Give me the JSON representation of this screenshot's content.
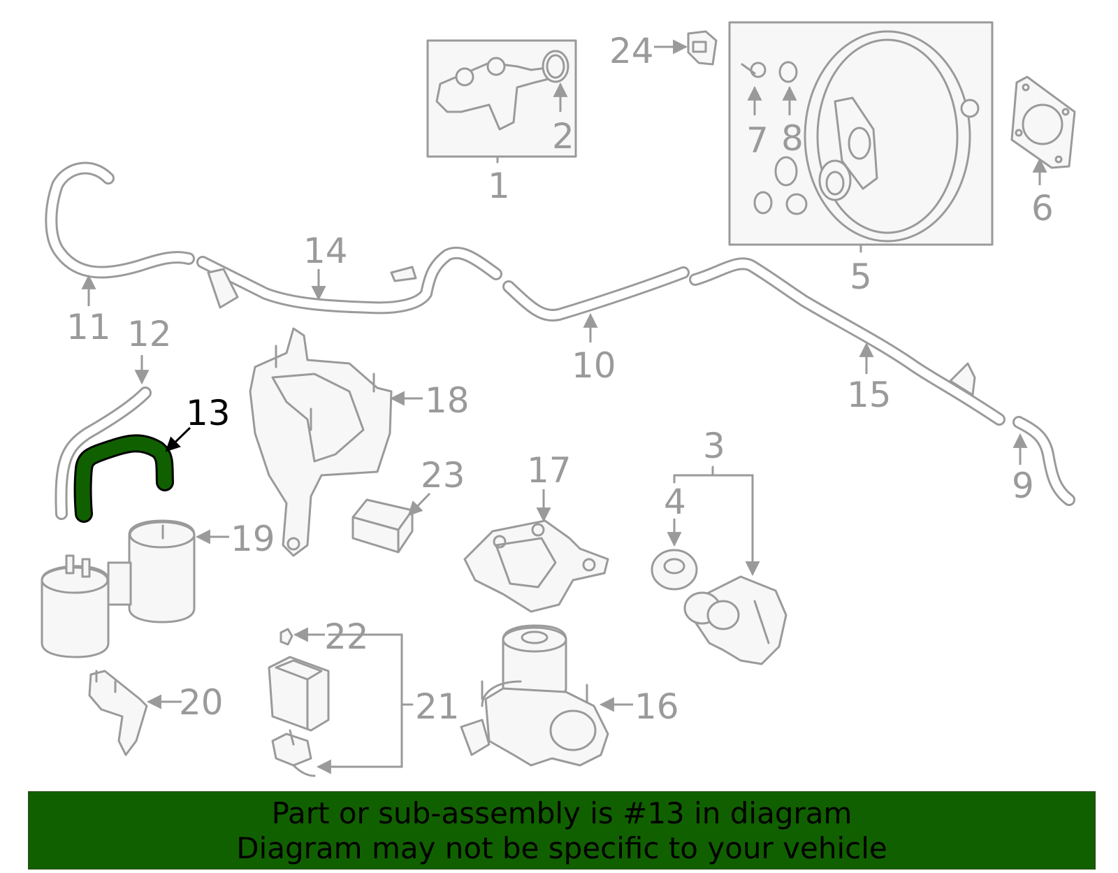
{
  "colors": {
    "highlight": "#116000",
    "line": "#9a9a9a",
    "background": "#ffffff",
    "banner_text": "#000000"
  },
  "highlighted_part": "13",
  "callouts": {
    "c1": "1",
    "c2": "2",
    "c3": "3",
    "c4": "4",
    "c5": "5",
    "c6": "6",
    "c7": "7",
    "c8": "8",
    "c9": "9",
    "c10": "10",
    "c11": "11",
    "c12": "12",
    "c13": "13",
    "c14": "14",
    "c15": "15",
    "c16": "16",
    "c17": "17",
    "c18": "18",
    "c19": "19",
    "c20": "20",
    "c21": "21",
    "c22": "22",
    "c23": "23",
    "c24": "24"
  },
  "banner": {
    "line1": "Part or sub-assembly is #13 in diagram",
    "line2": "Diagram may not be specific to your vehicle"
  }
}
